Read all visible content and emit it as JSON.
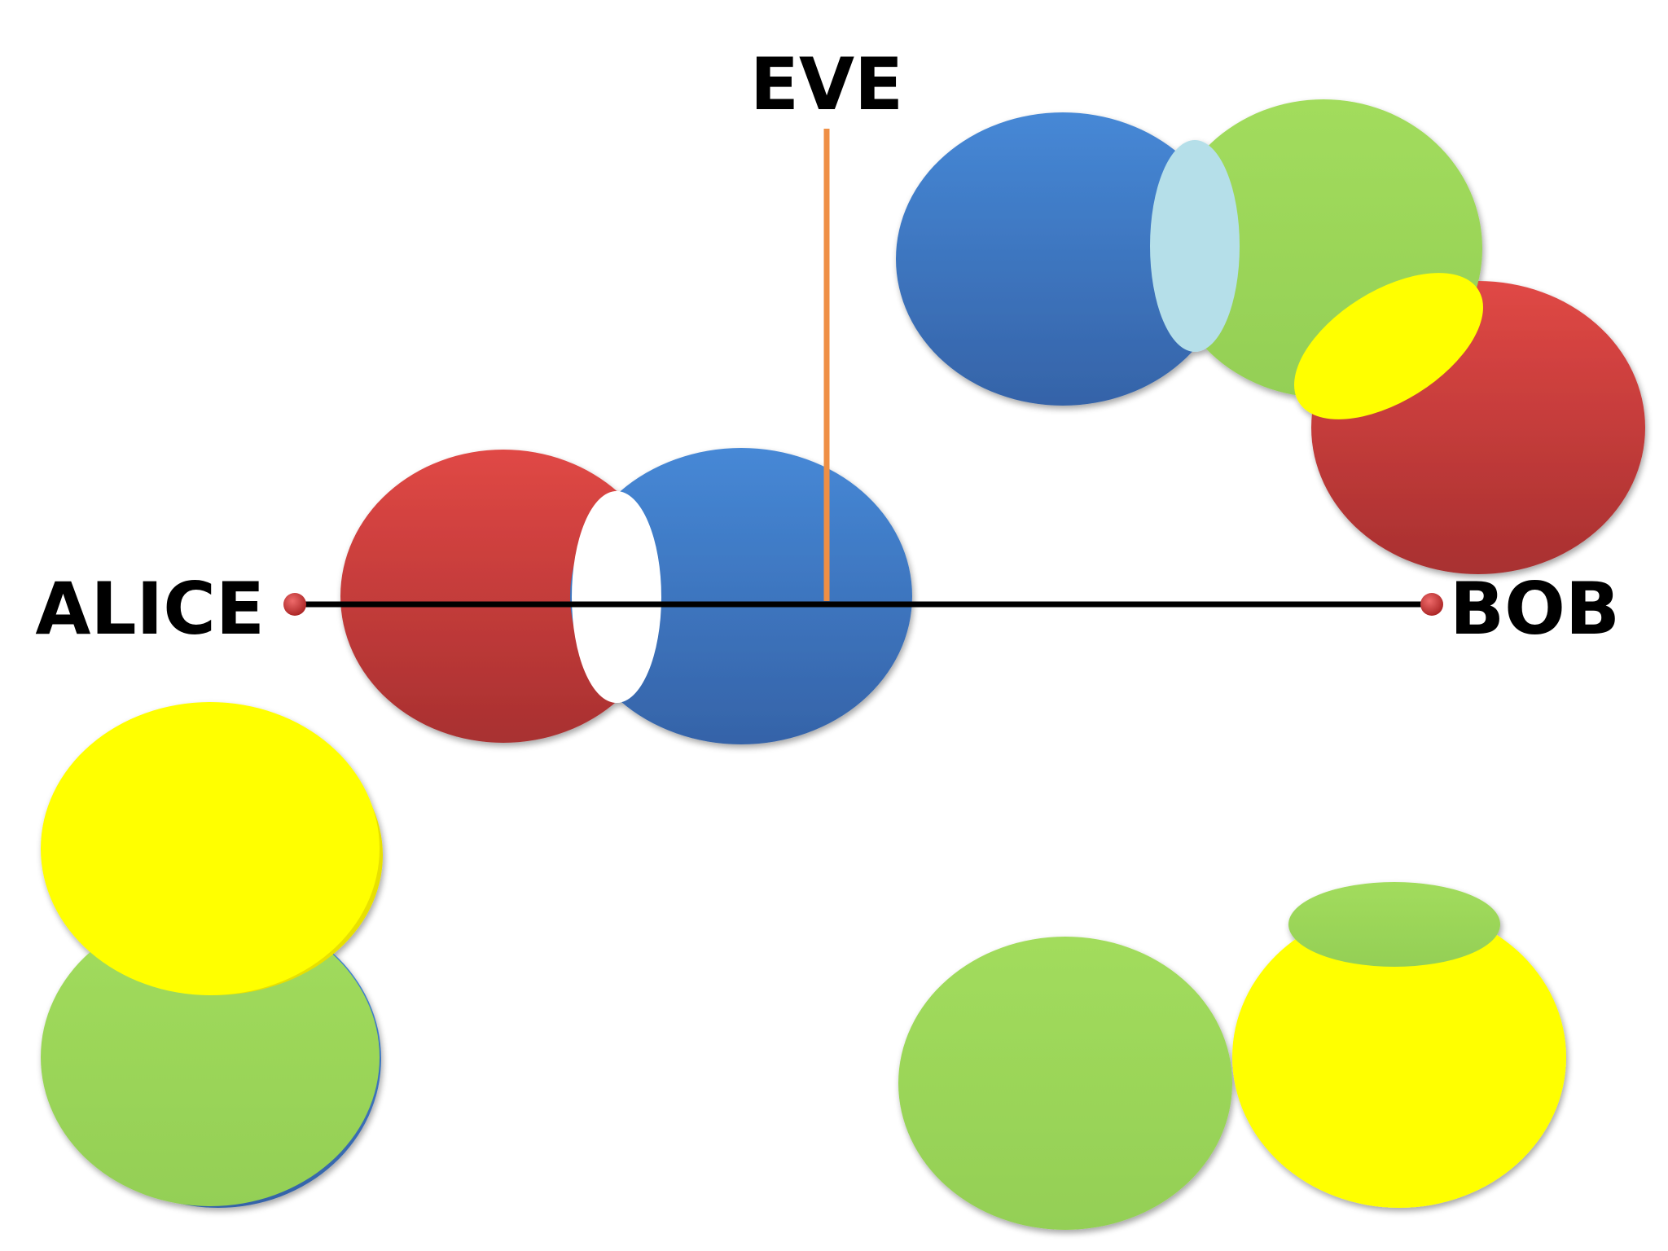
{
  "labels": {
    "alice": "ALICE",
    "bob": "BOB",
    "eve": "EVE"
  },
  "colors": {
    "red": "#c93c3b",
    "blue": "#3a73c1",
    "green": "#9cd95a",
    "yellow": "#ffff00",
    "light_blue": "#b5dfe9",
    "white": "#ffffff",
    "channel_line": "#000000",
    "eve_line": "#ef8f45",
    "endpoint": "#c03030"
  },
  "groups": {
    "top_right": [
      "blue",
      "light_blue",
      "green",
      "red",
      "yellow"
    ],
    "center": [
      "red",
      "blue",
      "white"
    ],
    "bottom_left": [
      "blue",
      "green",
      "yellow"
    ],
    "bottom_right": [
      "green",
      "yellow",
      "green"
    ]
  }
}
